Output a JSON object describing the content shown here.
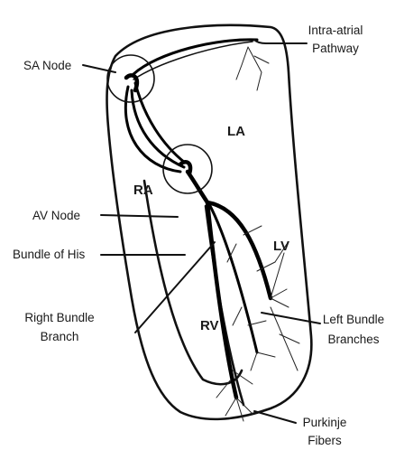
{
  "labels": {
    "sa_node": "SA Node",
    "intra_atrial_line1": "Intra-atrial",
    "intra_atrial_line2": "Pathway",
    "la": "LA",
    "ra": "RA",
    "av_node": "AV Node",
    "bundle_of_his": "Bundle of His",
    "lv": "LV",
    "right_bundle_line1": "Right Bundle",
    "right_bundle_line2": "Branch",
    "rv": "RV",
    "left_bundle_line1": "Left Bundle",
    "left_bundle_line2": "Branches",
    "purkinje_line1": "Purkinje",
    "purkinje_line2": "Fibers"
  }
}
